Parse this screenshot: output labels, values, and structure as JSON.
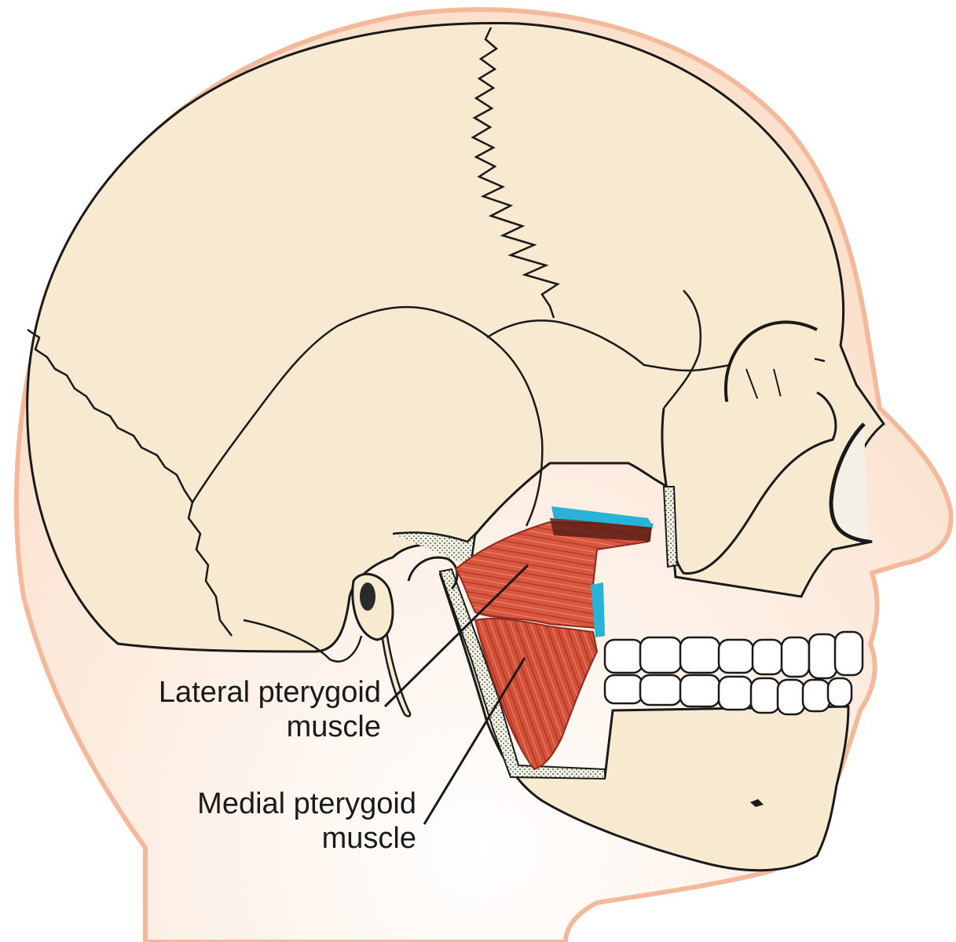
{
  "labels": {
    "lateral_line1": "Lateral pterygoid",
    "lateral_line2": "muscle",
    "medial_line1": "Medial pterygoid",
    "medial_line2": "muscle"
  },
  "colors": {
    "skin": "#fbe3d3",
    "skin_outline": "#f3b99a",
    "bone": "#f7ead0",
    "outline": "#1a1a1a",
    "muscle": "#d9573e",
    "muscle_dark": "#8e2a1f",
    "attachment": "#29b3d6",
    "cut_surface": "#3a7f3a",
    "teeth": "#ffffff"
  }
}
